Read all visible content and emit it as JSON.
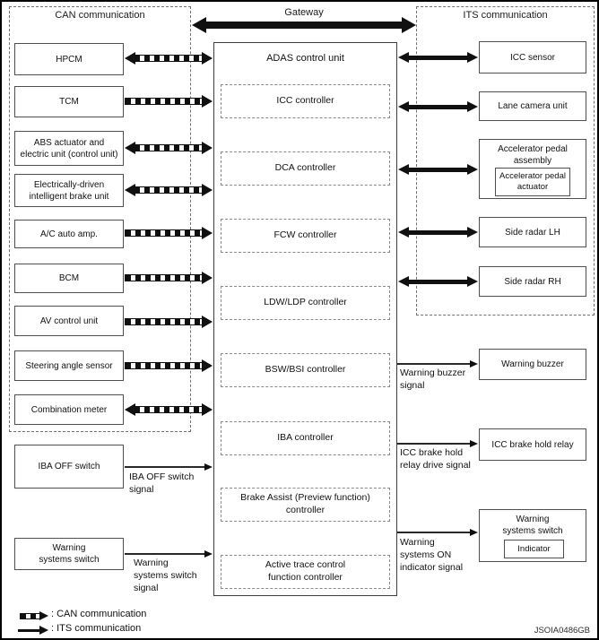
{
  "diagram": {
    "can_section_title": "CAN communication",
    "gateway_label": "Gateway",
    "its_section_title": "ITS communication",
    "adas_title": "ADAS control unit",
    "can_units": [
      {
        "label": "HPCM",
        "arrow": "both"
      },
      {
        "label": "TCM",
        "arrow": "right"
      },
      {
        "label": "ABS actuator and\nelectric unit (control unit)",
        "arrow": "both"
      },
      {
        "label": "Electrically-driven\nintelligent brake unit",
        "arrow": "both"
      },
      {
        "label": "A/C auto amp.",
        "arrow": "right"
      },
      {
        "label": "BCM",
        "arrow": "right"
      },
      {
        "label": "AV control unit",
        "arrow": "right"
      },
      {
        "label": "Steering angle sensor",
        "arrow": "right"
      },
      {
        "label": "Combination meter",
        "arrow": "both"
      }
    ],
    "controllers": [
      {
        "label": "ICC controller"
      },
      {
        "label": "DCA controller"
      },
      {
        "label": "FCW controller"
      },
      {
        "label": "LDW/LDP controller"
      },
      {
        "label": "BSW/BSI controller"
      },
      {
        "label": "IBA controller"
      },
      {
        "label": "Brake Assist (Preview function)\ncontroller"
      },
      {
        "label": "Active trace control\nfunction controller"
      }
    ],
    "its_units": [
      {
        "label": "ICC sensor",
        "arrow": "both"
      },
      {
        "label": "Lane camera unit",
        "arrow": "both"
      },
      {
        "label": "Accelerator pedal\nassembly",
        "sub": "Accelerator pedal\nactuator",
        "arrow": "both"
      },
      {
        "label": "Side radar LH",
        "arrow": "both"
      },
      {
        "label": "Side radar RH",
        "arrow": "both"
      }
    ],
    "switch_inputs": [
      {
        "label": "IBA OFF switch",
        "signal": "IBA OFF switch\nsignal"
      },
      {
        "label": "Warning\nsystems switch",
        "signal": "Warning\nsystems switch\nsignal"
      }
    ],
    "outputs": [
      {
        "label": "Warning buzzer",
        "signal": "Warning buzzer\nsignal"
      },
      {
        "label": "ICC brake hold relay",
        "signal": "ICC brake hold\nrelay drive signal"
      },
      {
        "label": "Warning\nsystems switch",
        "sub": "Indicator",
        "signal": "Warning\nsystems ON\nindicator signal"
      }
    ],
    "legend": [
      {
        "style": "can",
        "label": ": CAN communication"
      },
      {
        "style": "its",
        "label": ": ITS communication"
      }
    ],
    "figure_code": "JSOIA0486GB",
    "colors": {
      "line": "#101010",
      "border": "#4f4f4f",
      "background": "#ffffff"
    }
  }
}
